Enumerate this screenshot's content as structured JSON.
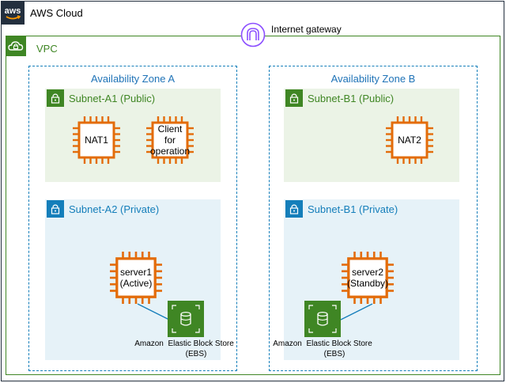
{
  "aws_cloud": {
    "label": "AWS Cloud",
    "logo_text": "aws"
  },
  "vpc": {
    "label": "VPC"
  },
  "internet_gateway": {
    "label": "Internet gateway"
  },
  "zone_a": {
    "label": "Availability Zone A",
    "public_subnet": {
      "label": "Subnet-A1 (Public)",
      "nat": {
        "label": "NAT1"
      },
      "client": {
        "line1": "Client",
        "line2": "for",
        "line3": "operation"
      }
    },
    "private_subnet": {
      "label": "Subnet-A2 (Private)",
      "server": {
        "line1": "server1",
        "line2": "(Active)"
      },
      "ebs": {
        "line1_left": "Amazon",
        "line1_right": "Elastic Block Store",
        "line2": "(EBS)"
      }
    }
  },
  "zone_b": {
    "label": "Availability Zone B",
    "public_subnet": {
      "label": "Subnet-B1 (Public)",
      "nat": {
        "label": "NAT2"
      }
    },
    "private_subnet": {
      "label": "Subnet-B1 (Private)",
      "server": {
        "line1": "server2",
        "line2": "(Standby)"
      },
      "ebs": {
        "line1_left": "Amazon",
        "line1_right": "Elastic Block Store",
        "line2": "(EBS)"
      }
    }
  },
  "colors": {
    "vpc_green": "#3f8624",
    "zone_blue": "#147eba",
    "chip_orange": "#e36c0a",
    "ebs_green": "#3f8624",
    "igw_purple": "#8c4fff"
  },
  "icons": [
    "aws-logo-icon",
    "vpc-cloud-icon",
    "internet-gateway-icon",
    "subnet-lock-icon",
    "ec2-chip-icon",
    "ebs-icon"
  ]
}
